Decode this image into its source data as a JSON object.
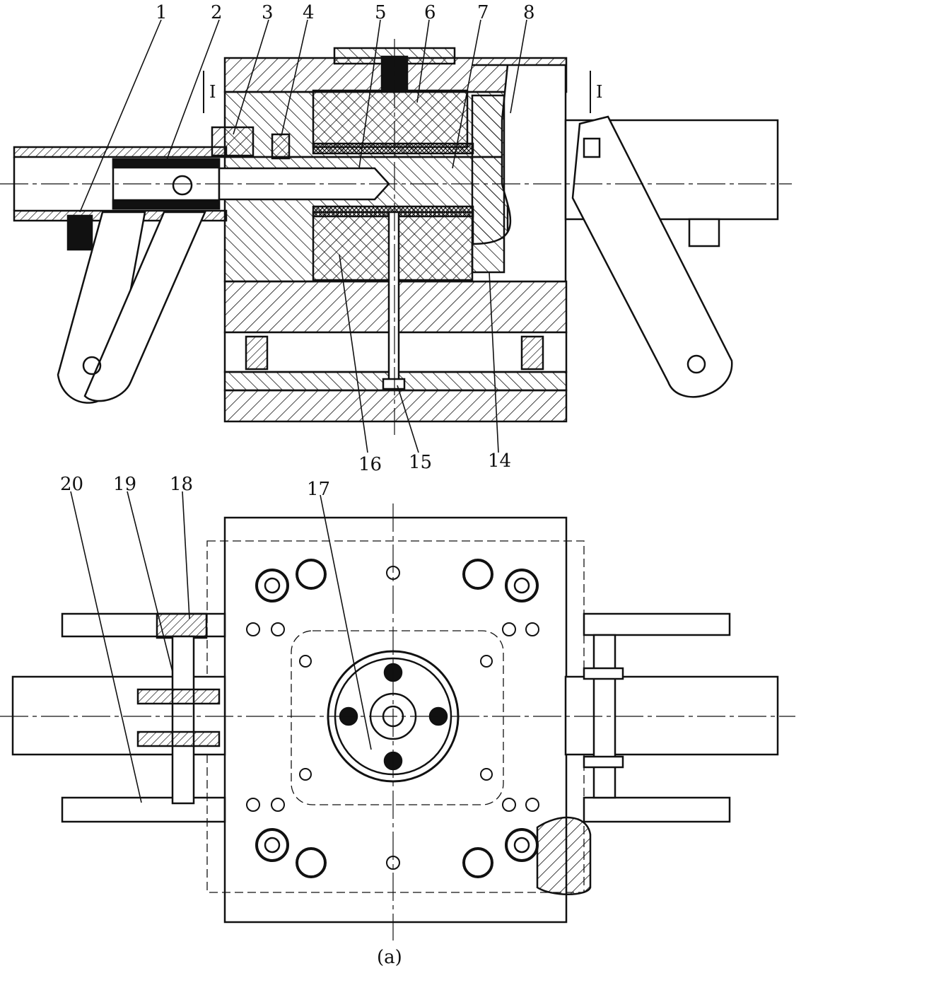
{
  "figure": {
    "caption": "(a)",
    "section_mark_left": "I",
    "section_mark_right": "I",
    "callouts": {
      "c1": "1",
      "c2": "2",
      "c3": "3",
      "c4": "4",
      "c5": "5",
      "c6": "6",
      "c7": "7",
      "c8": "8",
      "c14": "14",
      "c15": "15",
      "c16": "16",
      "c17": "17",
      "c18": "18",
      "c19": "19",
      "c20": "20"
    }
  },
  "colors": {
    "ink": "#111111",
    "paper": "#ffffff"
  }
}
